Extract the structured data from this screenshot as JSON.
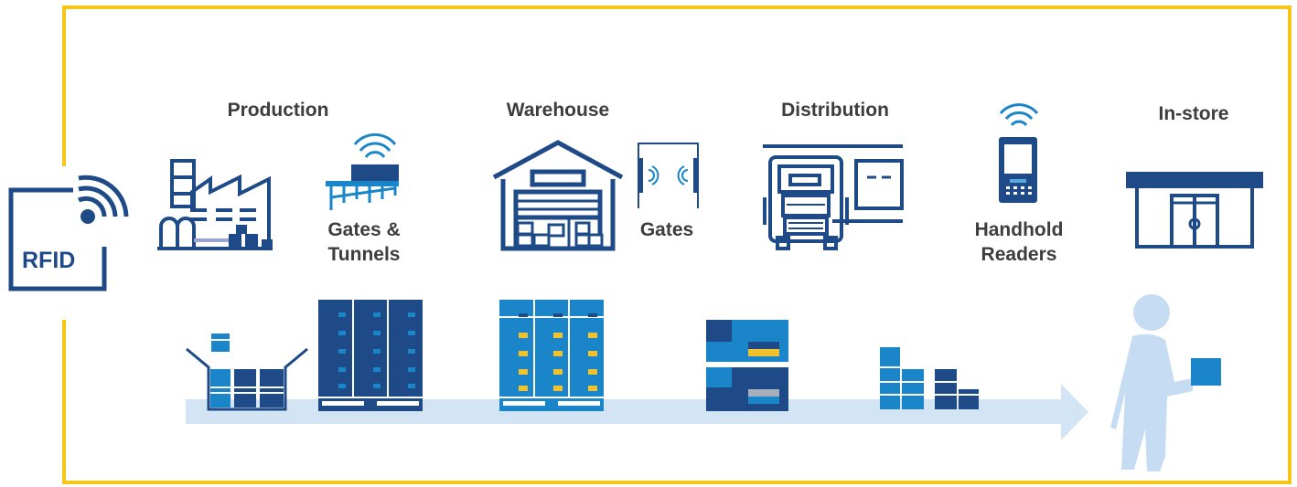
{
  "rfid": {
    "label": "RFID"
  },
  "stages": [
    {
      "id": "production",
      "title": "Production",
      "tool": {
        "line1": "Gates &",
        "line2": "Tunnels"
      }
    },
    {
      "id": "warehouse",
      "title": "Warehouse",
      "tool": {
        "line1": "Gates"
      }
    },
    {
      "id": "distribution",
      "title": "Distribution"
    },
    {
      "id": "handheld",
      "tool": {
        "line1": "Handhold",
        "line2": "Readers"
      }
    },
    {
      "id": "in-store",
      "title": "In-store"
    }
  ],
  "colors": {
    "frame": "#f5c518",
    "navy": "#1e4b87",
    "blue": "#1a85c8",
    "light_blue": "#d3e4f4",
    "yellow": "#f2c12e",
    "person": "#c5dcf2"
  },
  "icons": [
    "rfid-tag-icon",
    "factory-icon",
    "gates-tunnels-icon",
    "warehouse-icon",
    "gates-icon",
    "truck-icon",
    "handheld-reader-icon",
    "store-icon",
    "shopper-icon"
  ]
}
